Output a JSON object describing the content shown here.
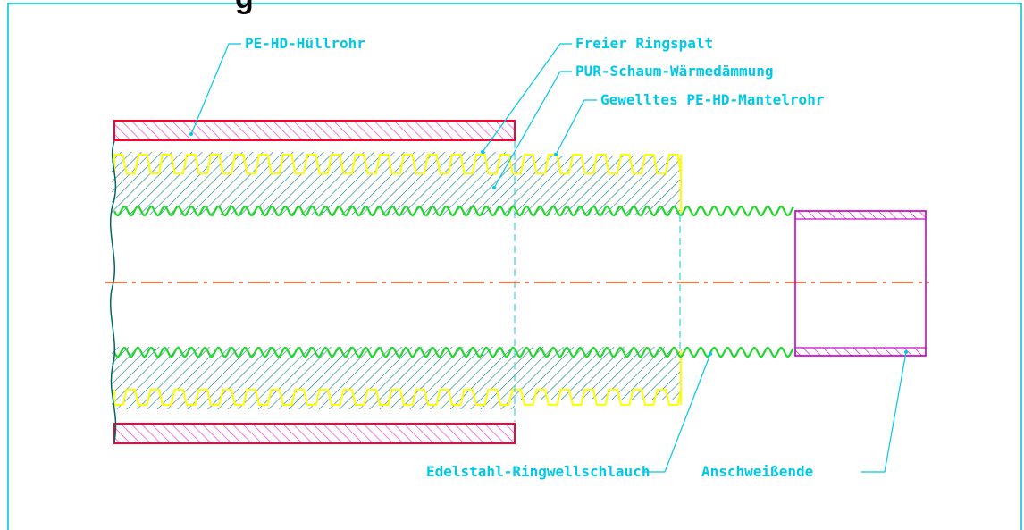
{
  "title_fragment": "g",
  "labels": {
    "huellrohr": "PE-HD-Hüllrohr",
    "ringspalt": "Freier Ringspalt",
    "pur": "PUR-Schaum-Wärmedämmung",
    "mantelrohr": "Gewelltes PE-HD-Mantelrohr",
    "edelstahl": "Edelstahl-Ringwellschlauch",
    "anschweiss": "Anschweißende"
  },
  "colors": {
    "frame": "#33d6d6",
    "label": "#00c8e8",
    "huellrohr": "#ff0033",
    "huellrohr_hatch": "#ff3ccf",
    "mantelrohr": "#ffff00",
    "edelstahl": "#22d62e",
    "insulation_hatch": "#0b7d84",
    "centerline": "#ff4400",
    "anschweiss": "#cc00cc",
    "outline": "#006666"
  }
}
